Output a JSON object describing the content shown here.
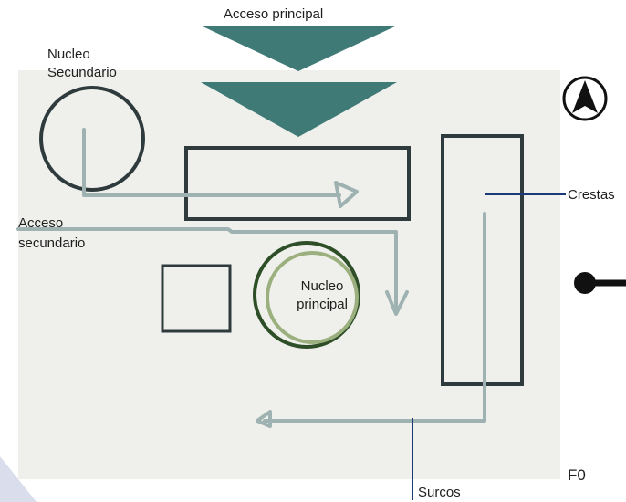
{
  "labels": {
    "acceso_principal": "Acceso principal",
    "nucleo_secundario_1": "Nucleo",
    "nucleo_secundario_2": "Secundario",
    "acceso_secundario_1": "Acceso",
    "acceso_secundario_2": "secundario",
    "nucleo_principal_1": "Nucleo",
    "nucleo_principal_2": "principal",
    "crestas": "Crestas",
    "surcos": "Surcos",
    "figure_id": "F0"
  },
  "icons": {
    "north": "north-arrow-icon",
    "pin": "pin-marker-icon"
  },
  "colors": {
    "background_sheet": "#eff0ec",
    "access_arrow": "#3f7a76",
    "shape_outline": "#2f3a3c",
    "flow_path": "#9fb2b2",
    "callout_line": "#1d3a78",
    "nucleo_principal_outer": "#2e4e28",
    "nucleo_principal_inner": "#9bb07e"
  }
}
